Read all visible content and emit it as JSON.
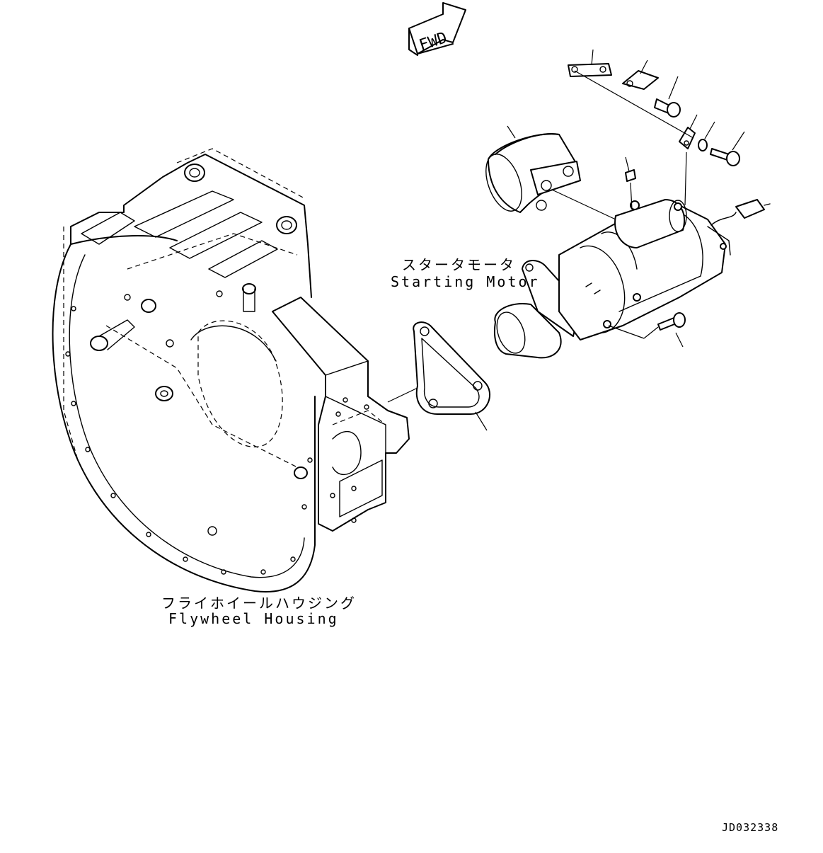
{
  "fwd_label": "FWD",
  "starting_motor": {
    "label_jp": "スタータモータ",
    "label_en": "Starting Motor"
  },
  "flywheel_housing": {
    "label_jp": "フライホイールハウジング",
    "label_en": "Flywheel Housing"
  },
  "drawing_code": "JD032338"
}
